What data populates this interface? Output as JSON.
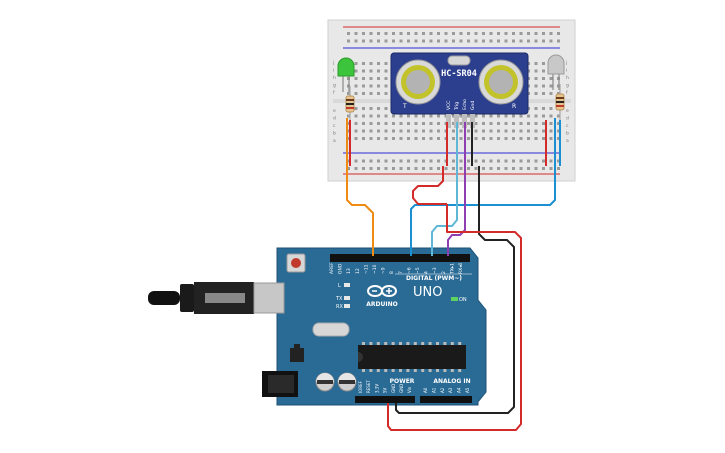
{
  "sensor": {
    "model": "HC-SR04",
    "left_mark": "T",
    "right_mark": "R",
    "pins": [
      "VCC",
      "Trig",
      "Echo",
      "Gnd"
    ]
  },
  "arduino": {
    "brand": "ARDUINO",
    "model": "UNO",
    "digital_label": "DIGITAL (PWM~)",
    "power_label": "POWER",
    "analog_label": "ANALOG IN",
    "on_label": "ON",
    "led_labels": [
      "L",
      "TX",
      "RX"
    ],
    "top_headers": [
      "AREF",
      "GND",
      "13",
      "12",
      "~11",
      "~10",
      "~9",
      "8",
      "7",
      "~6",
      "~5",
      "4",
      "~3",
      "2",
      "TX▸1",
      "RX◂0"
    ],
    "power_headers": [
      "IOREF",
      "RESET",
      "3.3V",
      "5V",
      "GND",
      "GND",
      "Vin"
    ],
    "analog_headers": [
      "A0",
      "A1",
      "A2",
      "A3",
      "A4",
      "A5"
    ]
  },
  "breadboard": {
    "row_letters": [
      "a",
      "b",
      "c",
      "d",
      "e",
      "f",
      "g",
      "h",
      "i",
      "j"
    ]
  },
  "colors": {
    "wire_orange": "#ef8a12",
    "wire_blue": "#1a8fd1",
    "wire_lightblue": "#5fb6d6",
    "wire_purple": "#8d3fb2",
    "wire_black": "#222222",
    "wire_red": "#d32a2a",
    "board": "#2a6b96",
    "sensor_board": "#2c3f8e"
  }
}
